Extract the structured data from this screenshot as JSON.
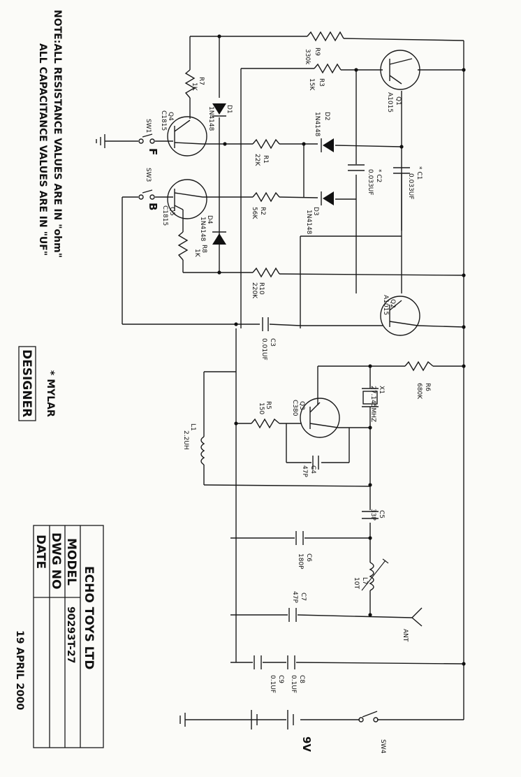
{
  "notes": {
    "line1": "NOTE:ALL RESISTANCE VALUES ARE IN \"ohm\"",
    "line2": "ALL CAPACITANCE VALUES ARE IN \"UF\"",
    "mylar": "* MYLAR"
  },
  "title_block": {
    "company": "ECHO TOYS LTD",
    "model_label": "MODEL",
    "model_value": "90293T-27",
    "dwg_no_label": "DWG NO",
    "date_label": "DATE",
    "date_value": "19 APRIL 2000",
    "designer_label": "DESIGNER"
  },
  "components": [
    {
      "id": "r9",
      "ref": "R9",
      "value": "330k"
    },
    {
      "id": "r3",
      "ref": "R3",
      "value": "15K"
    },
    {
      "id": "r7",
      "ref": "R7",
      "value": "1K"
    },
    {
      "id": "d1",
      "ref": "D1",
      "value": "1N4148"
    },
    {
      "id": "q4",
      "ref": "Q4",
      "value": "C1815"
    },
    {
      "id": "q1",
      "ref": "Q1",
      "value": "A1015"
    },
    {
      "id": "d2",
      "ref": "D2",
      "value": "1N4148"
    },
    {
      "id": "r1",
      "ref": "R1",
      "value": "22K"
    },
    {
      "id": "c2",
      "ref": "* C2",
      "value": "0.033UF"
    },
    {
      "id": "c1",
      "ref": "* C1",
      "value": "0.033UF"
    },
    {
      "id": "sw1",
      "ref": "SW1",
      "value": "F"
    },
    {
      "id": "sw3",
      "ref": "SW3",
      "value": "B"
    },
    {
      "id": "q5",
      "ref": "Q5",
      "value": "C1815"
    },
    {
      "id": "d4",
      "ref": "D4",
      "value": "1N4148"
    },
    {
      "id": "r2",
      "ref": "R2",
      "value": "56K"
    },
    {
      "id": "d3",
      "ref": "D3",
      "value": "1N4148"
    },
    {
      "id": "r8",
      "ref": "R8",
      "value": "1K"
    },
    {
      "id": "r10",
      "ref": "R10",
      "value": "220K"
    },
    {
      "id": "q2",
      "ref": "Q2",
      "value": "A1015"
    },
    {
      "id": "c3",
      "ref": "C3",
      "value": "0.01UF"
    },
    {
      "id": "r6",
      "ref": "R6",
      "value": "680K"
    },
    {
      "id": "x1",
      "ref": "X1",
      "value": "27.145MHZ"
    },
    {
      "id": "q3",
      "ref": "Q3",
      "value": "C380"
    },
    {
      "id": "r5",
      "ref": "R5",
      "value": "150"
    },
    {
      "id": "l1",
      "ref": "L1",
      "value": "2.2UH"
    },
    {
      "id": "c4",
      "ref": "C4",
      "value": "47P"
    },
    {
      "id": "c5",
      "ref": "C5",
      "value": "33P"
    },
    {
      "id": "c6",
      "ref": "C6",
      "value": "180P"
    },
    {
      "id": "l7",
      "ref": "L7",
      "value": "10T"
    },
    {
      "id": "c7",
      "ref": "C7",
      "value": "47P"
    },
    {
      "id": "ant",
      "ref": "ANT",
      "value": ""
    },
    {
      "id": "c8",
      "ref": "C8",
      "value": "0.1UF"
    },
    {
      "id": "c9",
      "ref": "C9",
      "value": "0.1UF"
    },
    {
      "id": "battery",
      "ref": "9V",
      "value": ""
    },
    {
      "id": "sw4",
      "ref": "SW4",
      "value": ""
    }
  ]
}
